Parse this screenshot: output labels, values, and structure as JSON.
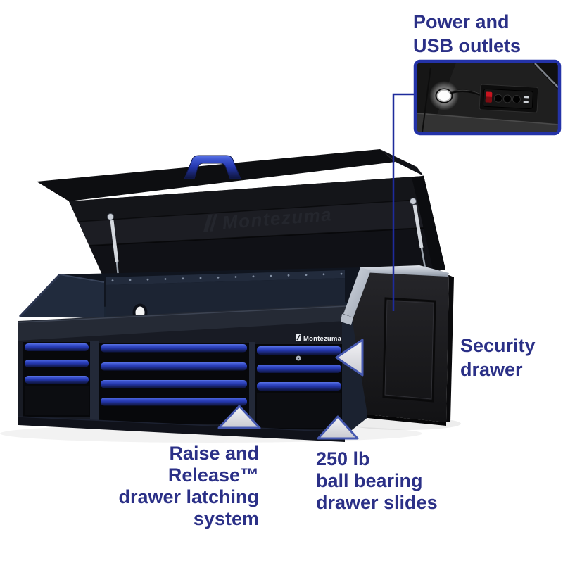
{
  "labels": {
    "power": [
      "Power and",
      "USB outlets"
    ],
    "security": [
      "Security",
      "drawer"
    ],
    "raise": [
      "Raise and",
      "Release™",
      "drawer latching",
      "system"
    ],
    "slides": [
      "250 lb",
      "ball bearing",
      "drawer slides"
    ]
  },
  "product": {
    "brand_lid": "Montezuma",
    "brand_front": "Montezuma"
  },
  "inset_photo": {
    "name": "power-strip-inside-chest",
    "outlet_count": 3,
    "usb_count": 2
  },
  "colors": {
    "label_text": "#2b3087",
    "callout_line": "#1e2b9c",
    "inset_border": "#2433a8",
    "marker_stroke": "#4659b0",
    "switch_red": "#c8141f",
    "handle_blue": "#2c41b4"
  }
}
